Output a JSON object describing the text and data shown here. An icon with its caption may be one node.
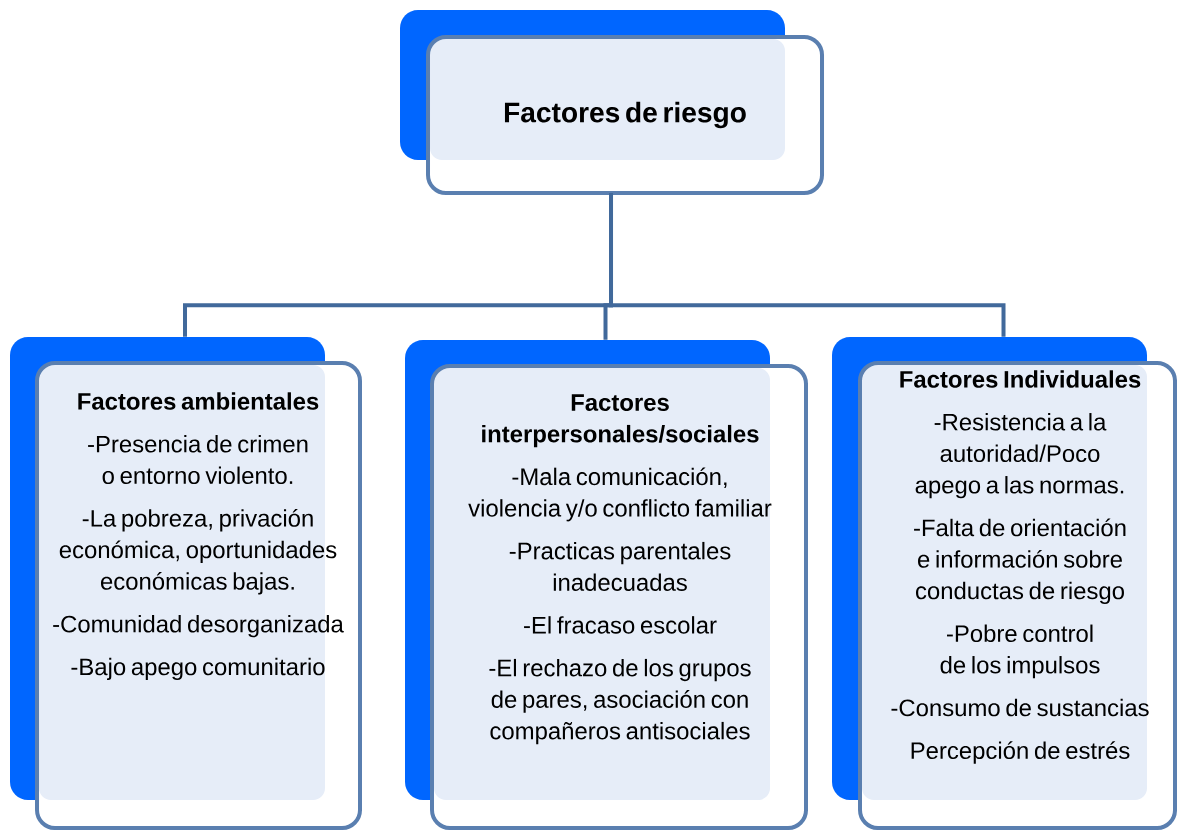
{
  "diagram": {
    "nodes": [
      {
        "text": [
          "Factores de riesgo"
        ]
      },
      {
        "text": [
          "Factores ambientales",
          "-Presencia de crimen o entorno violento.",
          "-La pobreza, privación económica, oportunidades económicas bajas.",
          "-Comunidad desorganizada",
          "-Bajo apego comunitario"
        ]
      },
      {
        "text": [
          "Factores interpersonales/sociales",
          "-Mala comunicación, violencia y/o conflicto familiar",
          "-Practicas parentales inadecuadas",
          "-El fracaso escolar",
          "-El rechazo de los grupos de pares, asociación con compañeros antisociales"
        ]
      },
      {
        "text": [
          "Factores Individuales",
          "-Resistencia a la autoridad/Poco apego a las normas.",
          "-Falta de orientación e información sobre conductas de riesgo",
          "-Pobre control de los impulsos",
          "-Consumo de sustancias",
          "Percepción de estrés"
        ]
      }
    ],
    "edges": [
      {
        "from": 0,
        "to": 1,
        "arrow": "none"
      },
      {
        "from": 0,
        "to": 2,
        "arrow": "none"
      },
      {
        "from": 0,
        "to": 3,
        "arrow": "none"
      }
    ]
  }
}
